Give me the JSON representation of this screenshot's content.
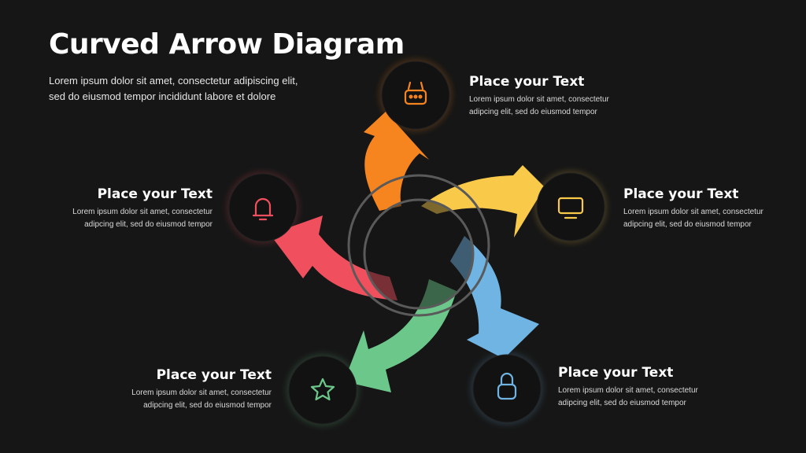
{
  "title": "Curved Arrow Diagram",
  "intro": {
    "line1": "Lorem ipsum dolor sit amet, consectetur adipiscing elit,",
    "line2": "sed do eiusmod tempor incididunt labore et dolore"
  },
  "items": [
    {
      "heading": "Place your Text",
      "body_line1": "Lorem ipsum dolor sit amet, consectetur",
      "body_line2": "adipcing elit, sed do eiusmod tempor",
      "color": "#F7851F",
      "icon": "basket-icon"
    },
    {
      "heading": "Place your Text",
      "body_line1": "Lorem ipsum dolor sit amet, consectetur",
      "body_line2": "adipcing elit, sed do eiusmod tempor",
      "color": "#F9C94A",
      "icon": "monitor-icon"
    },
    {
      "heading": "Place your Text",
      "body_line1": "Lorem ipsum dolor sit amet, consectetur",
      "body_line2": "adipcing elit, sed do eiusmod tempor",
      "color": "#6FB4E3",
      "icon": "lock-icon"
    },
    {
      "heading": "Place your Text",
      "body_line1": "Lorem ipsum dolor sit amet, consectetur",
      "body_line2": "adipcing elit, sed do eiusmod tempor",
      "color": "#6CC78A",
      "icon": "star-icon"
    },
    {
      "heading": "Place your Text",
      "body_line1": "Lorem ipsum dolor sit amet, consectetur",
      "body_line2": "adipcing elit, sed do eiusmod tempor",
      "color": "#F0505E",
      "icon": "bell-icon"
    }
  ]
}
